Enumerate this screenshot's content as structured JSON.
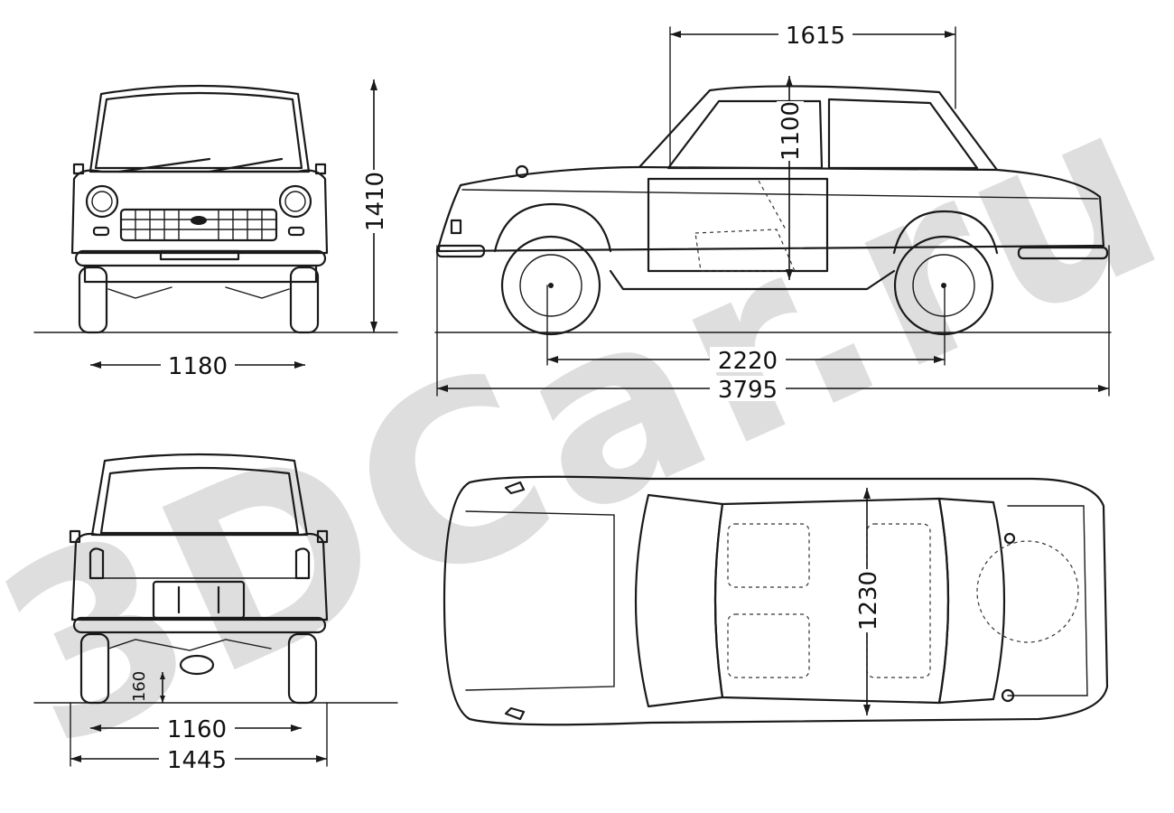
{
  "watermark": "3DCar.ru",
  "dimensions": {
    "front_track": "1180",
    "height": "1410",
    "cabin_length": "1615",
    "interior_height": "1100",
    "wheelbase": "2220",
    "overall_length": "3795",
    "rear_track": "1160",
    "overall_width": "1445",
    "ground_clearance": "160",
    "interior_width": "1230"
  },
  "views": [
    "front-view",
    "side-view",
    "rear-view",
    "top-view"
  ]
}
